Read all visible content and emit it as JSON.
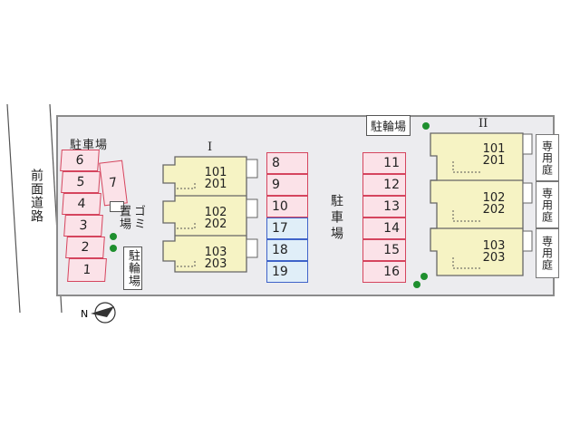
{
  "road_label": "前面道路",
  "buildings": [
    {
      "name": "I",
      "units": [
        {
          "upper": "101",
          "lower": "201"
        },
        {
          "upper": "102",
          "lower": "202"
        },
        {
          "upper": "103",
          "lower": "203"
        }
      ]
    },
    {
      "name": "II",
      "units": [
        {
          "upper": "101",
          "lower": "201",
          "garden": "専用庭"
        },
        {
          "upper": "102",
          "lower": "202",
          "garden": "専用庭"
        },
        {
          "upper": "103",
          "lower": "203",
          "garden": "専用庭"
        }
      ]
    }
  ],
  "parking_label_left": "駐車場",
  "parking_label_center": "駐車場",
  "bike_parking_left": "駐輪場",
  "bike_parking_top": "駐輪場",
  "garbage_label_a": "ゴミ",
  "garbage_label_b": "置場",
  "parking_left_column": [
    "6",
    "5",
    "4",
    "3",
    "2",
    "1"
  ],
  "parking_left_extra": "7",
  "parking_center_pink": [
    "8",
    "9",
    "10"
  ],
  "parking_center_blue": [
    "17",
    "18",
    "19"
  ],
  "parking_right": [
    "11",
    "12",
    "13",
    "14",
    "15",
    "16"
  ],
  "compass_label": "N",
  "colors": {
    "parking_pink_fill": "#fbe2e8",
    "parking_pink_border": "#d5455e",
    "parking_blue_fill": "#e0eef8",
    "parking_blue_border": "#3f63c9",
    "building_fill": "#f6f3c4",
    "tree": "#1e8f2e",
    "site": "#ececef"
  }
}
